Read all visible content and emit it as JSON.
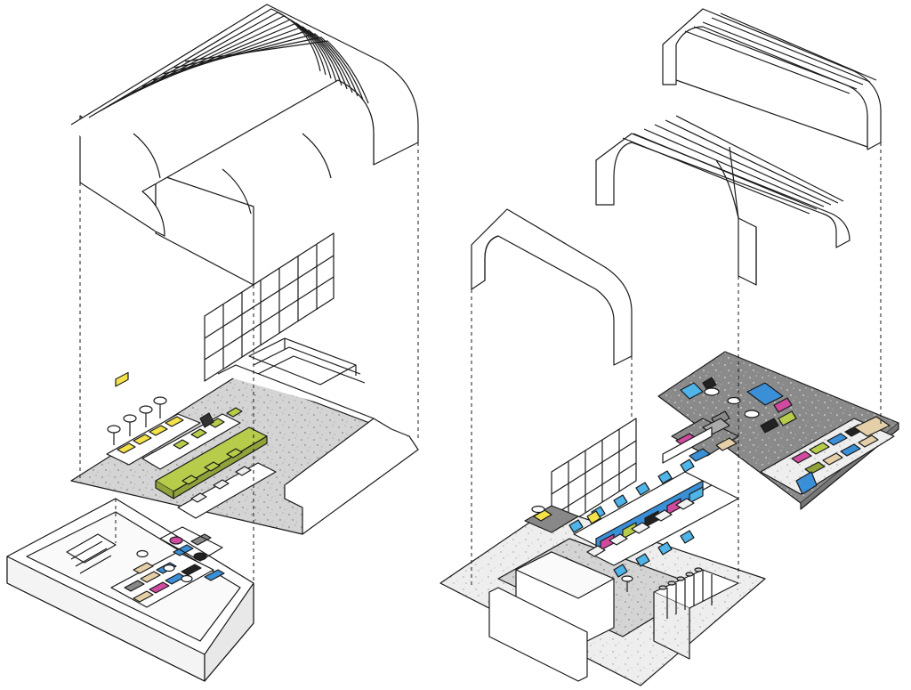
{
  "diagram": {
    "type": "exploded-axonometric",
    "views": [
      {
        "id": "left-axonometric",
        "layers": [
          "ribbed-vault-canopy",
          "glazed-partition-and-shelving",
          "cafe-seating-floor",
          "kitchen-counter-module"
        ]
      },
      {
        "id": "right-axonometric",
        "layers": [
          "twin-vault-canopy",
          "single-arch-canopy",
          "lounge-seating-platform",
          "dining-floor-with-bar"
        ]
      }
    ],
    "colors": {
      "line": "#1a1a1a",
      "floor_gray": "#cfcfcf",
      "floor_light": "#ececec",
      "floor_dark": "#8a8a8a",
      "lime": "#b6cc4a",
      "olive": "#8fa33a",
      "yellow": "#f3e24a",
      "blue": "#3a8fd6",
      "cyan": "#4fb4e8",
      "magenta": "#d04aa0",
      "tan": "#e4cfa8",
      "black": "#222222"
    }
  }
}
